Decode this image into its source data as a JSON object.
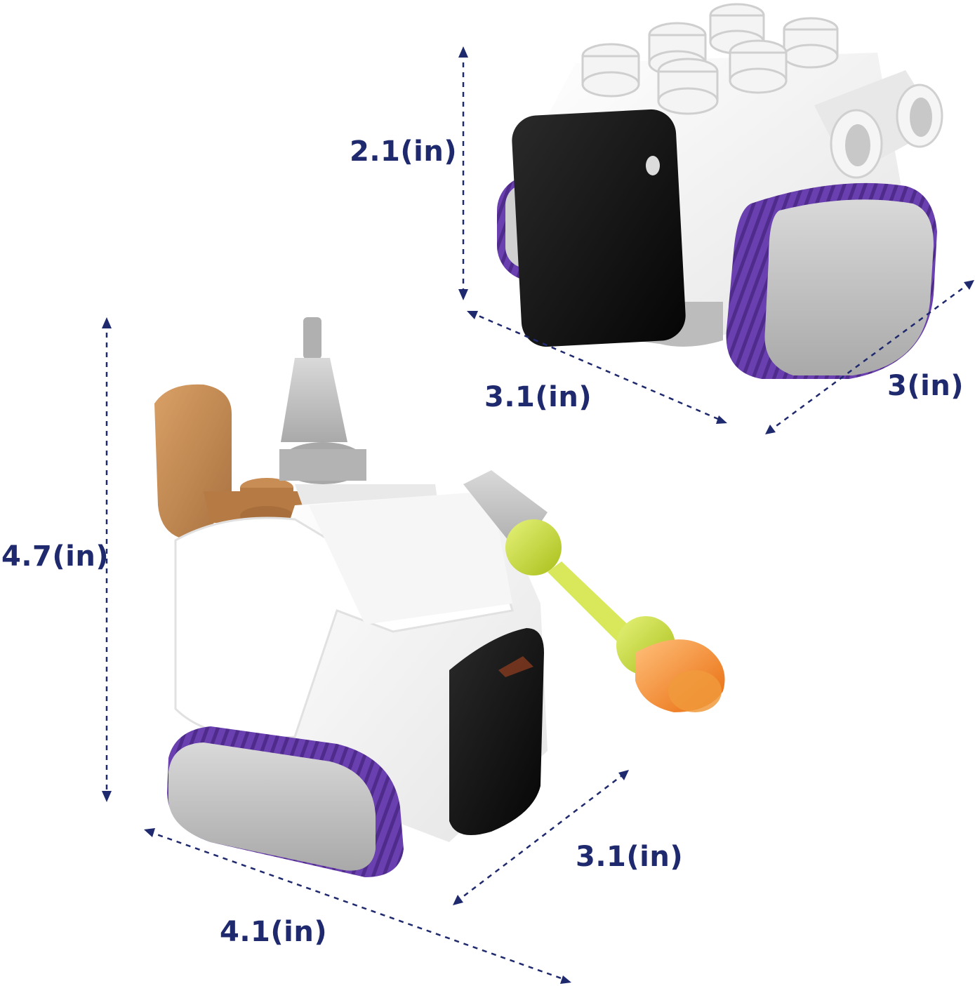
{
  "robot_small": {
    "height_label": "2.1(in)",
    "length_label": "3.1(in)",
    "width_label": "3(in)"
  },
  "robot_large": {
    "height_label": "4.7(in)",
    "width_label": "3.1(in)",
    "length_label": "4.1(in)"
  },
  "colors": {
    "label_color": "#1f2a6e",
    "track_purple": "#6a3fb0",
    "body_white": "#f7f7f7",
    "screen_black": "#111111",
    "accent_green": "#c9dd2f",
    "accent_orange": "#f08a1c",
    "brick_tan": "#c58a52",
    "part_gray": "#bdbdbd"
  }
}
